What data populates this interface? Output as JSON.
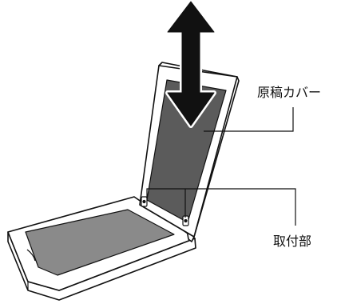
{
  "labels": {
    "document_cover": "原稿カバー",
    "hinge": "取付部"
  },
  "colors": {
    "outline": "#111111",
    "scanner_body": "#ffffff",
    "glass": "#8a8a8a",
    "cover_pad": "#5b5b5b",
    "arrow": "#111111"
  },
  "icons": {
    "motion_indicator": "double-headed-arrow-vertical"
  }
}
